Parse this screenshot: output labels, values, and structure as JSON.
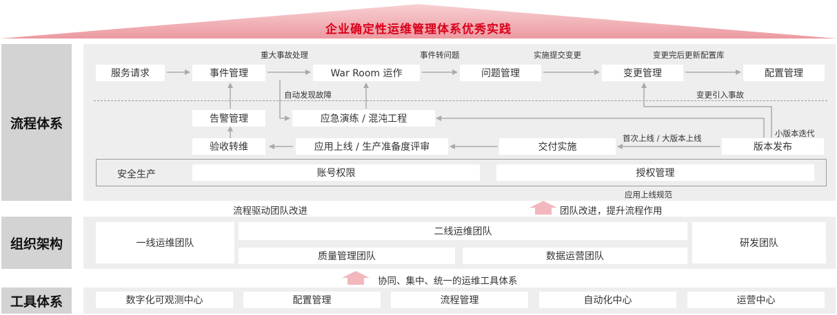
{
  "banner": {
    "title": "企业确定性运维管理体系优秀实践"
  },
  "sections": {
    "process": "流程体系",
    "org": "组织架构",
    "tools": "工具体系"
  },
  "process": {
    "row1": [
      "服务请求",
      "事件管理",
      "War Room 运作",
      "问题管理",
      "变更管理",
      "配置管理"
    ],
    "row1_notes": [
      "重大事故处理",
      "事件转问题",
      "实施提交变更",
      "变更完后更新配置库"
    ],
    "row2": [
      "告警管理",
      "应急演练 / 混沌工程"
    ],
    "row3": [
      "验收转维",
      "应用上线 / 生产准备度评审",
      "交付实施",
      "版本发布"
    ],
    "notes": {
      "auto_detect": "自动发现故障",
      "change_incident": "变更引入事故",
      "minor_release": "小版本迭代",
      "first_release": "首次上线 / 大版本上线",
      "launch_spec": "应用上线规范"
    },
    "safety": {
      "label": "安全生产",
      "items": [
        "账号权限",
        "授权管理"
      ]
    }
  },
  "captions": {
    "process_drives": "流程驱动团队改进",
    "team_improves": "团队改进，提升流程作用",
    "tool_system": "协同、集中、统一的运维工具体系"
  },
  "org": {
    "first_line": "一线运维团队",
    "second_line": "二线运维团队",
    "quality": "质量管理团队",
    "data_ops": "数据运营团队",
    "rnd": "研发团队"
  },
  "tools": [
    "数字化可观测中心",
    "配置管理",
    "流程管理",
    "自动化中心",
    "运营中心"
  ],
  "colors": {
    "accent": "#d9001b",
    "roof": "#f2b8bd",
    "arrow_up": "#f2b8bd",
    "label_bg": "#d3d3d3",
    "panel_bg": "#eeeeee",
    "flow_arrow": "#aaaaaa"
  }
}
